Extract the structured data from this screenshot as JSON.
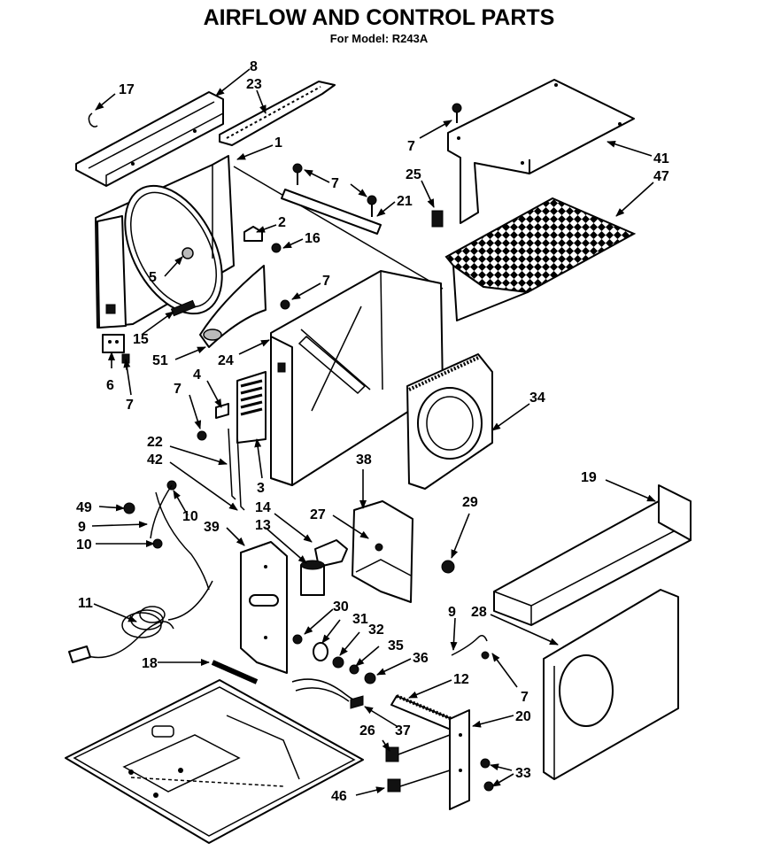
{
  "title": "AIRFLOW AND CONTROL PARTS",
  "subtitle": "For Model: R243A",
  "callouts": [
    {
      "id": "c17",
      "label": "17"
    },
    {
      "id": "c8",
      "label": "8"
    },
    {
      "id": "c23",
      "label": "23"
    },
    {
      "id": "c1",
      "label": "1"
    },
    {
      "id": "c7a",
      "label": "7"
    },
    {
      "id": "c7b",
      "label": "7"
    },
    {
      "id": "c21",
      "label": "21"
    },
    {
      "id": "c25",
      "label": "25"
    },
    {
      "id": "c41",
      "label": "41"
    },
    {
      "id": "c47",
      "label": "47"
    },
    {
      "id": "c2",
      "label": "2"
    },
    {
      "id": "c16",
      "label": "16"
    },
    {
      "id": "c5",
      "label": "5"
    },
    {
      "id": "c7c",
      "label": "7"
    },
    {
      "id": "c15",
      "label": "15"
    },
    {
      "id": "c51",
      "label": "51"
    },
    {
      "id": "c24",
      "label": "24"
    },
    {
      "id": "c6",
      "label": "6"
    },
    {
      "id": "c7d",
      "label": "7"
    },
    {
      "id": "c7e",
      "label": "7"
    },
    {
      "id": "c4",
      "label": "4"
    },
    {
      "id": "c34",
      "label": "34"
    },
    {
      "id": "c22",
      "label": "22"
    },
    {
      "id": "c42",
      "label": "42"
    },
    {
      "id": "c3",
      "label": "3"
    },
    {
      "id": "c38",
      "label": "38"
    },
    {
      "id": "c19",
      "label": "19"
    },
    {
      "id": "c49",
      "label": "49"
    },
    {
      "id": "c10a",
      "label": "10"
    },
    {
      "id": "c14",
      "label": "14"
    },
    {
      "id": "c27",
      "label": "27"
    },
    {
      "id": "c29",
      "label": "29"
    },
    {
      "id": "c9a",
      "label": "9"
    },
    {
      "id": "c39",
      "label": "39"
    },
    {
      "id": "c13",
      "label": "13"
    },
    {
      "id": "c10b",
      "label": "10"
    },
    {
      "id": "c11",
      "label": "11"
    },
    {
      "id": "c30",
      "label": "30"
    },
    {
      "id": "c31",
      "label": "31"
    },
    {
      "id": "c32",
      "label": "32"
    },
    {
      "id": "c9b",
      "label": "9"
    },
    {
      "id": "c28",
      "label": "28"
    },
    {
      "id": "c35",
      "label": "35"
    },
    {
      "id": "c18",
      "label": "18"
    },
    {
      "id": "c36",
      "label": "36"
    },
    {
      "id": "c12",
      "label": "12"
    },
    {
      "id": "c7f",
      "label": "7"
    },
    {
      "id": "c20",
      "label": "20"
    },
    {
      "id": "c26",
      "label": "26"
    },
    {
      "id": "c37",
      "label": "37"
    },
    {
      "id": "c33",
      "label": "33"
    },
    {
      "id": "c46",
      "label": "46"
    }
  ]
}
